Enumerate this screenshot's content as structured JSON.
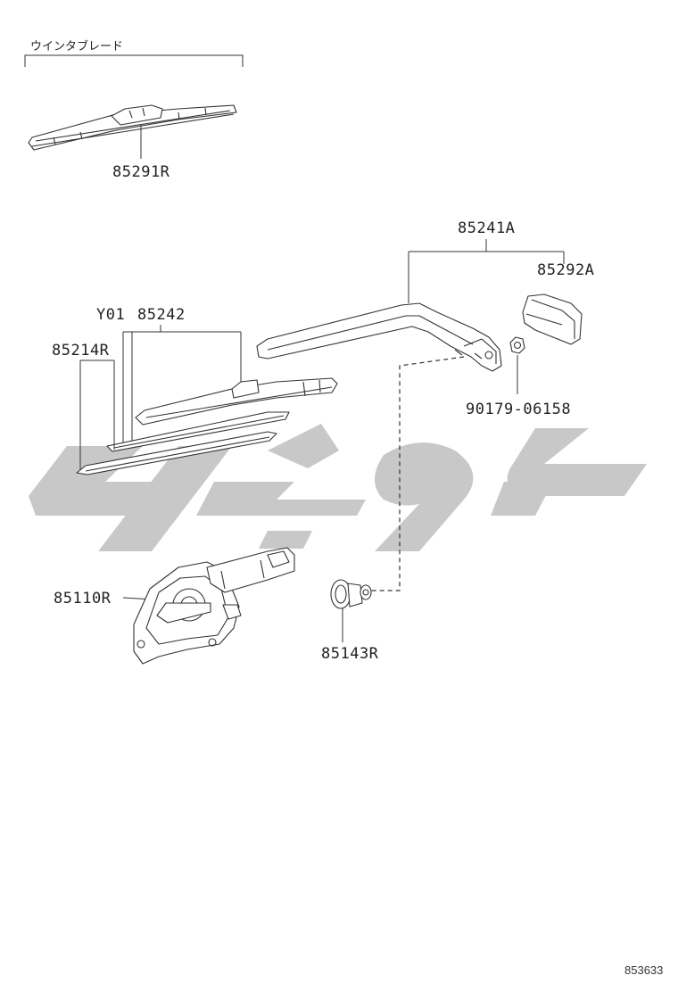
{
  "diagram": {
    "group_label": "ウインタブレード",
    "parts": {
      "blade_winter": "85291R",
      "arm": "85241A",
      "cap": "85292A",
      "blade_assy_prefix": "Y01",
      "blade_assy": "85242",
      "rubber": "85214R",
      "nut": "90179-06158",
      "motor": "85110R",
      "grommet": "85143R"
    },
    "diagram_id": "853633"
  },
  "colors": {
    "line": "#333333",
    "watermark": "#c8c8c8"
  }
}
